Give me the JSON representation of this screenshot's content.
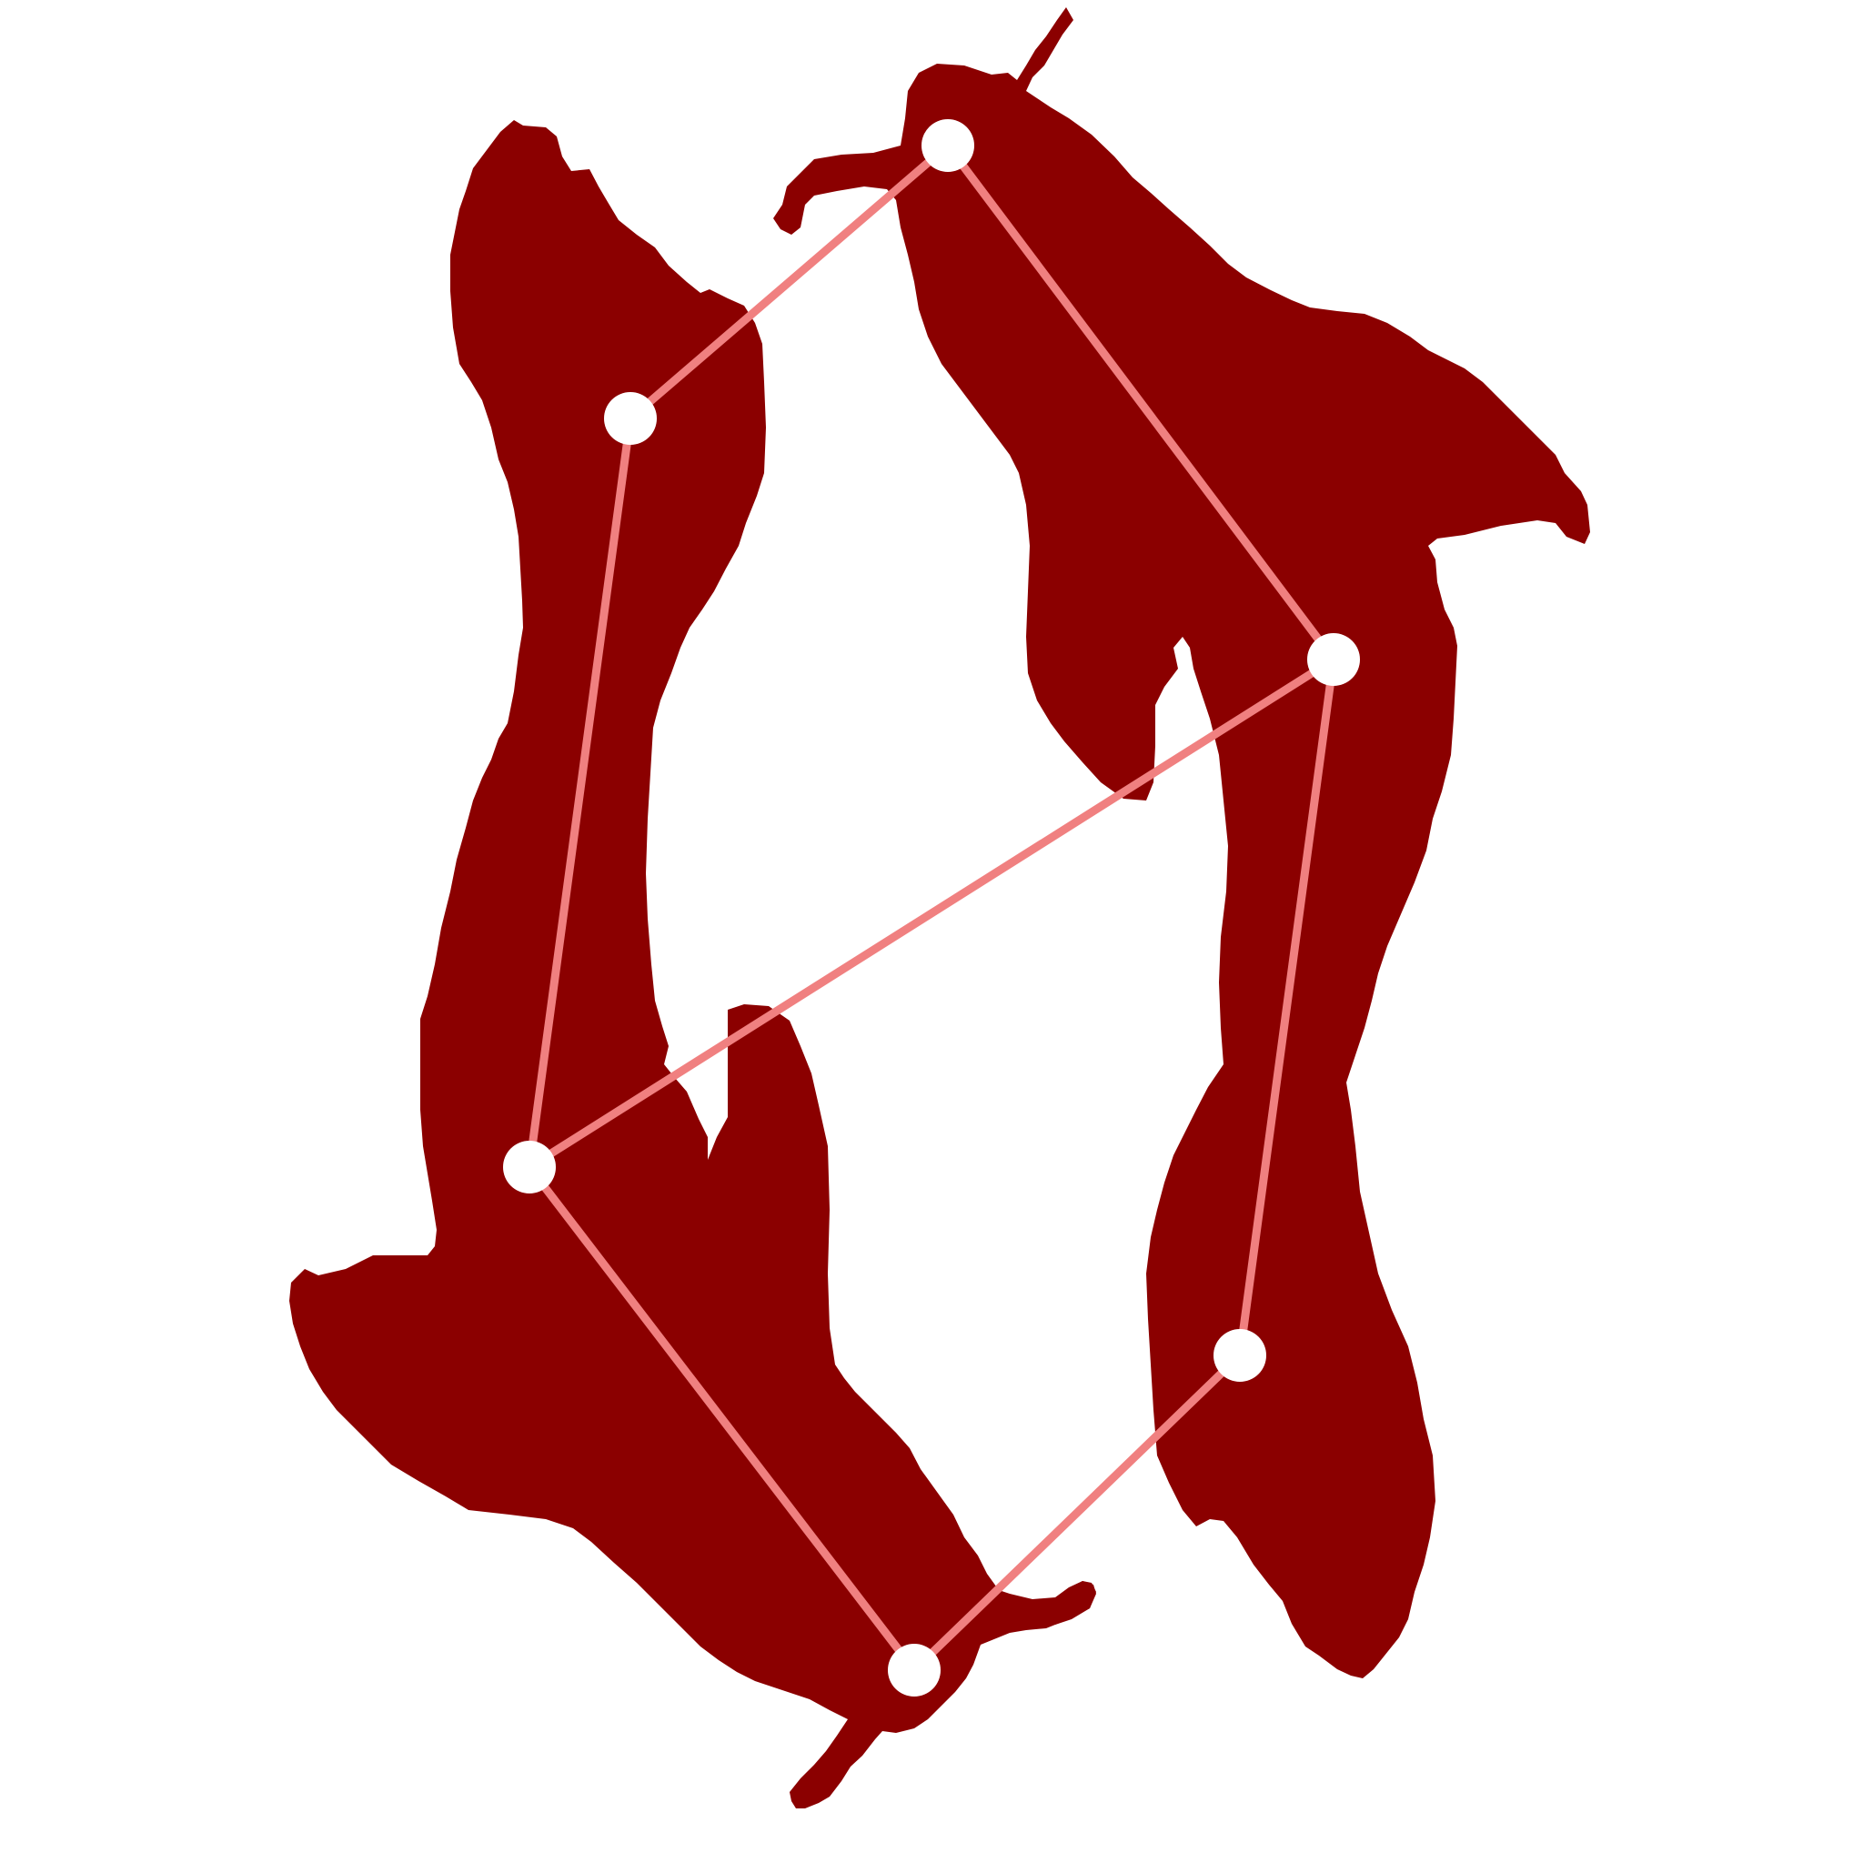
{
  "colors": {
    "background": "#ffffff",
    "silhouette": "#8b0000",
    "connector_line": "#f08080",
    "node": "#ffffff"
  },
  "figure": {
    "silhouettes": [
      {
        "name": "left-bird-silhouette"
      },
      {
        "name": "right-bird-silhouette"
      }
    ],
    "nodes": [
      {
        "name": "node-top-left"
      },
      {
        "name": "node-top"
      },
      {
        "name": "node-mid-right"
      },
      {
        "name": "node-mid-left"
      },
      {
        "name": "node-lower-right"
      },
      {
        "name": "node-bottom"
      }
    ],
    "edges": [
      {
        "name": "edge-top-left-to-top",
        "from": "node-top-left",
        "to": "node-top"
      },
      {
        "name": "edge-top-to-mid-right",
        "from": "node-top",
        "to": "node-mid-right"
      },
      {
        "name": "edge-top-left-to-mid-left",
        "from": "node-top-left",
        "to": "node-mid-left"
      },
      {
        "name": "edge-mid-right-to-mid-left",
        "from": "node-mid-right",
        "to": "node-mid-left"
      },
      {
        "name": "edge-mid-right-to-lower-right",
        "from": "node-mid-right",
        "to": "node-lower-right"
      },
      {
        "name": "edge-mid-left-to-bottom",
        "from": "node-mid-left",
        "to": "node-bottom"
      },
      {
        "name": "edge-lower-right-to-bottom",
        "from": "node-lower-right",
        "to": "node-bottom"
      }
    ]
  }
}
